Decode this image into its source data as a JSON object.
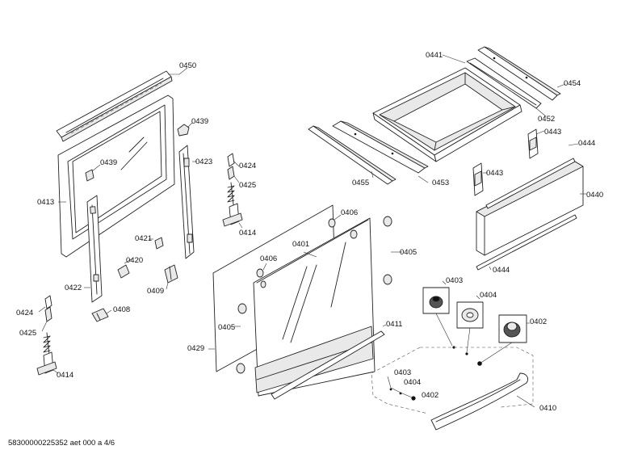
{
  "footer": {
    "document_id": "58300000225352 aet 000 a 4/6"
  },
  "callouts": {
    "c0450": "0450",
    "c0439a": "0439",
    "c0439b": "0439",
    "c0413": "0413",
    "c0423": "0423",
    "c0424a": "0424",
    "c0425a": "0425",
    "c0414a": "0414",
    "c0421": "0421",
    "c0420": "0420",
    "c0409": "0409",
    "c0422": "0422",
    "c0424b": "0424",
    "c0408": "0408",
    "c0425b": "0425",
    "c0414b": "0414",
    "c0401": "0401",
    "c0406a": "0406",
    "c0406b": "0406",
    "c0405a": "0405",
    "c0405b": "0405",
    "c0429": "0429",
    "c0411": "0411",
    "c0441": "0441",
    "c0454": "0454",
    "c0452": "0452",
    "c0455": "0455",
    "c0453": "0453",
    "c0443a": "0443",
    "c0443b": "0443",
    "c0444a": "0444",
    "c0444b": "0444",
    "c0440": "0440",
    "c0403a": "0403",
    "c0404a": "0404",
    "c0402a": "0402",
    "c0403b": "0403",
    "c0404b": "0404",
    "c0402b": "0402",
    "c0410": "0410"
  }
}
